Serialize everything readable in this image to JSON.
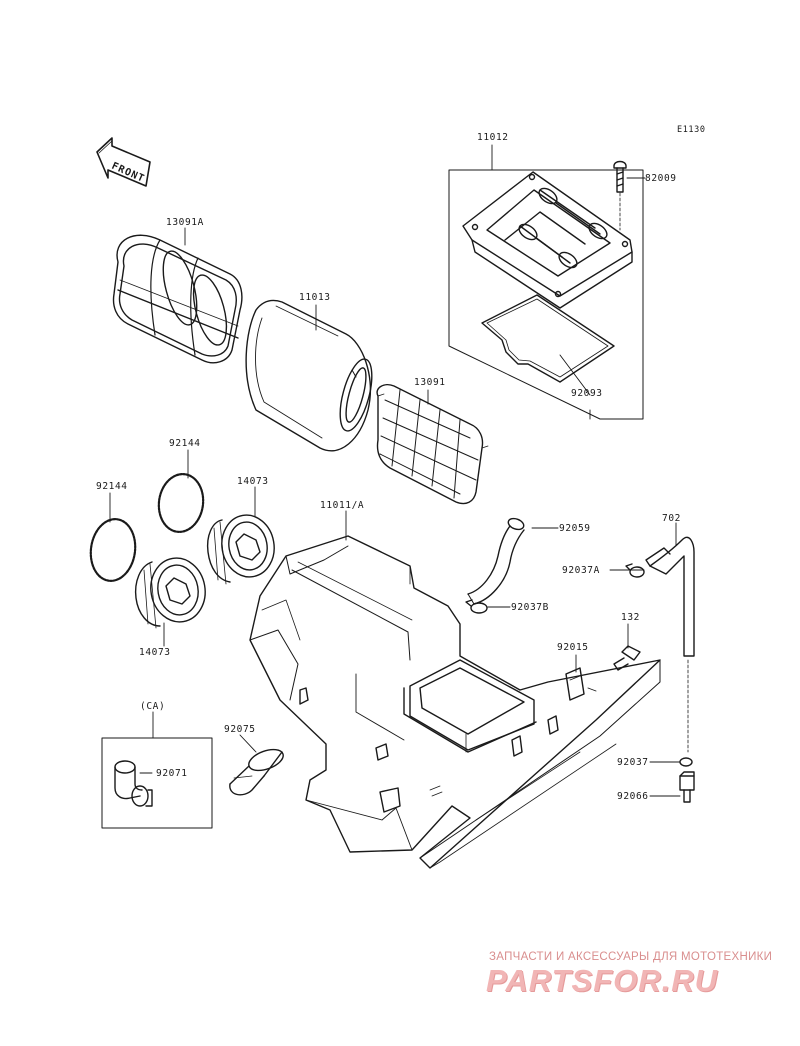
{
  "diagram": {
    "ref_code": "E1130",
    "front_label": "FRONT",
    "parts": {
      "p11012": "11012",
      "p82009": "82009",
      "p92093": "92093",
      "p13091A": "13091A",
      "p11013": "11013",
      "p13091": "13091",
      "p92144_a": "92144",
      "p92144_b": "92144",
      "p14073_a": "14073",
      "p14073_b": "14073",
      "p11011A": "11011/A",
      "p92059": "92059",
      "p702": "702",
      "p92037A": "92037A",
      "p92037B": "92037B",
      "p132": "132",
      "p92015": "92015",
      "pCA": "(CA)",
      "p92071": "92071",
      "p92075": "92075",
      "p92037": "92037",
      "p92066": "92066"
    }
  },
  "watermark": {
    "caption": "ЗАПЧАСТИ И АКСЕССУАРЫ ДЛЯ МОТОТЕХНИКИ",
    "logo": "PARTSFOR.RU"
  }
}
